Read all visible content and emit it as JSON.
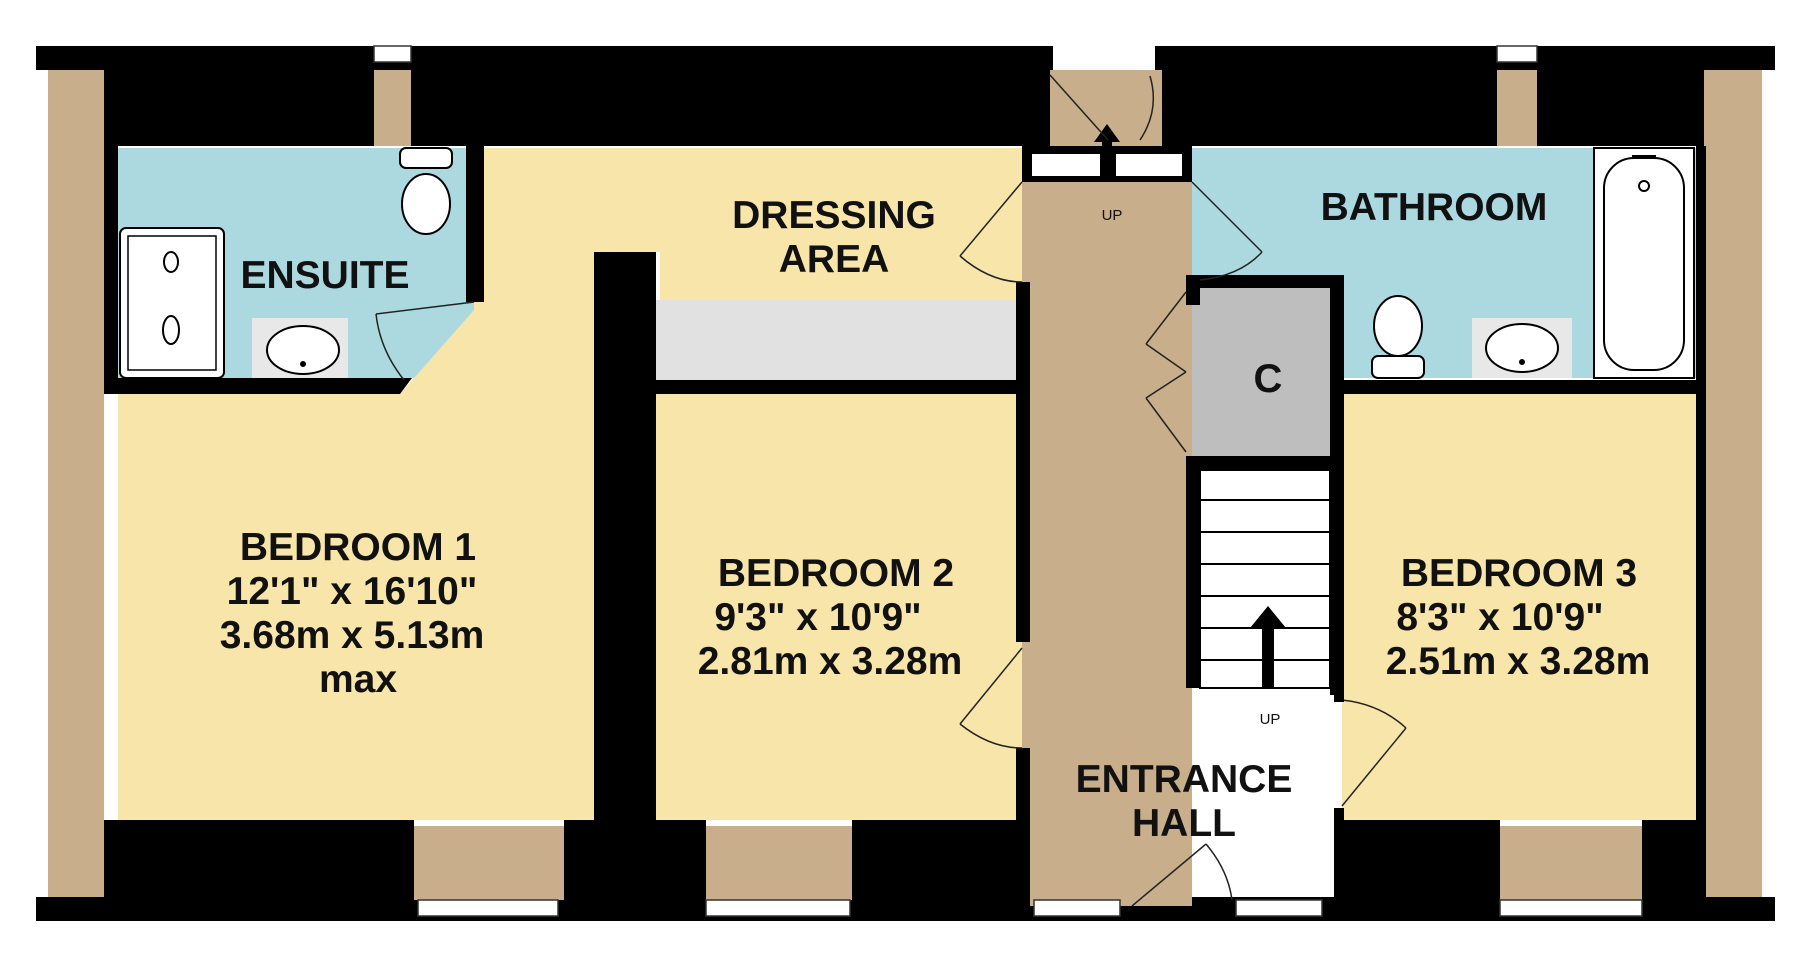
{
  "floorplan": {
    "colors": {
      "wall": "#000000",
      "room": "#f7e5aa",
      "wet_room": "#acd9e0",
      "hall": "#c8ae8b",
      "cupboard": "#bebebe",
      "landing_shelf": "#e1e1e1"
    },
    "rooms": {
      "ensuite": {
        "name": "ENSUITE"
      },
      "dressing": {
        "line1": "DRESSING",
        "line2": "AREA"
      },
      "bathroom": {
        "name": "BATHROOM"
      },
      "cupboard": {
        "name": "C"
      },
      "bedroom1": {
        "name": "BEDROOM 1",
        "imperial": "12'1\"  x 16'10\"",
        "metric": "3.68m  x 5.13m",
        "note": "max"
      },
      "bedroom2": {
        "name": "BEDROOM 2",
        "imperial": "9'3\"  x 10'9\"",
        "metric": "2.81m  x 3.28m"
      },
      "bedroom3": {
        "name": "BEDROOM 3",
        "imperial": "8'3\"  x 10'9\"",
        "metric": "2.51m  x 3.28m"
      },
      "hall": {
        "line1": "ENTRANCE",
        "line2": "HALL"
      }
    },
    "stairs": {
      "up_label_top": "UP",
      "up_label_bottom": "UP"
    },
    "fixtures": [
      "toilet-icon",
      "shower-icon",
      "basin-icon",
      "bath-icon",
      "window-icon",
      "door-icon",
      "stairs-arrow-icon"
    ]
  }
}
